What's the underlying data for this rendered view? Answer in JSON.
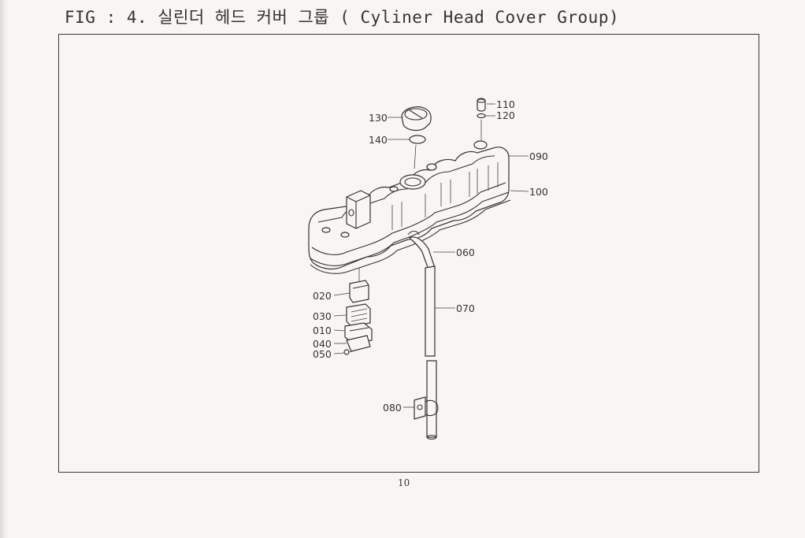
{
  "figure": {
    "title": "FIG : 4. 실린더 헤드 커버 그룹 ( Cyliner Head Cover Group)",
    "page_number": "10"
  },
  "callouts": [
    {
      "id": "130",
      "label": "130"
    },
    {
      "id": "110",
      "label": "110"
    },
    {
      "id": "120",
      "label": "120"
    },
    {
      "id": "140",
      "label": "140"
    },
    {
      "id": "090",
      "label": "090"
    },
    {
      "id": "100",
      "label": "100"
    },
    {
      "id": "060",
      "label": "060"
    },
    {
      "id": "020",
      "label": "020"
    },
    {
      "id": "070",
      "label": "070"
    },
    {
      "id": "030",
      "label": "030"
    },
    {
      "id": "010",
      "label": "010"
    },
    {
      "id": "040",
      "label": "040"
    },
    {
      "id": "050",
      "label": "050"
    },
    {
      "id": "080",
      "label": "080"
    }
  ]
}
